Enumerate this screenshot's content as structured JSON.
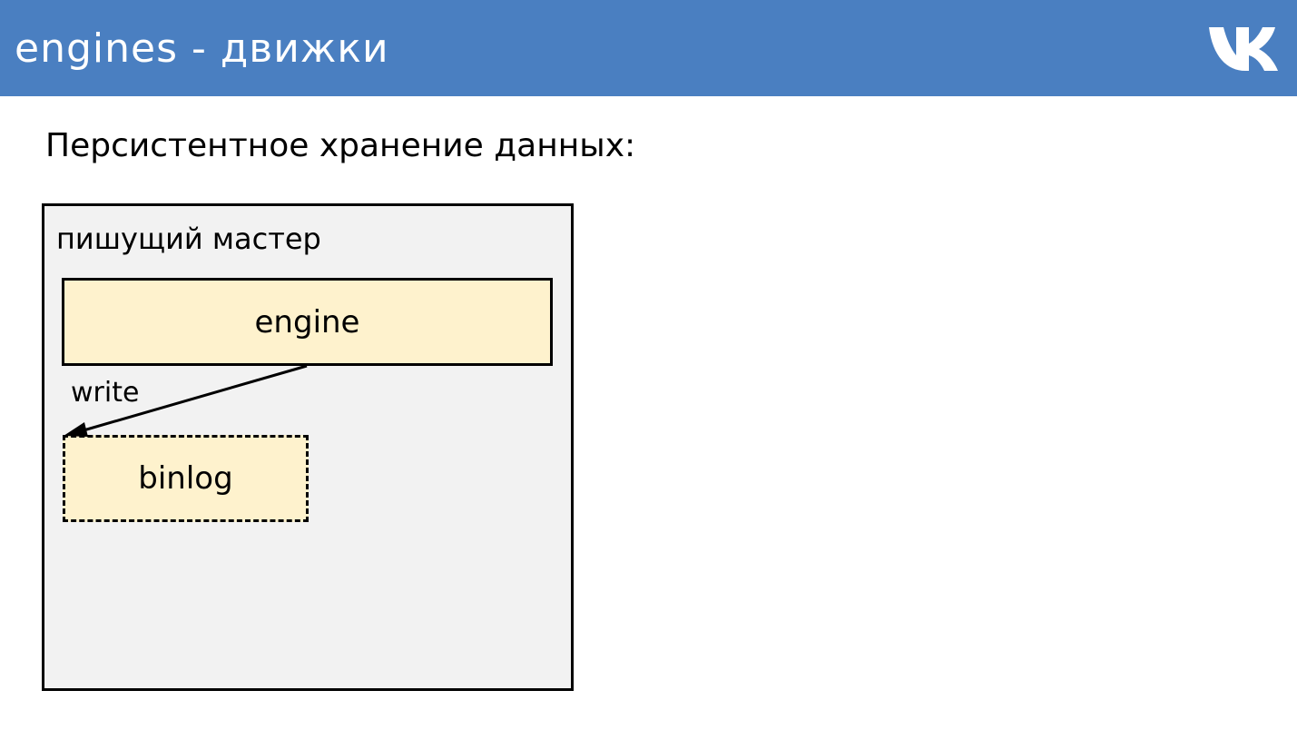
{
  "header": {
    "title": "engines - движки",
    "logo": "vk-logo-icon",
    "background_color": "#4a7fc1"
  },
  "slide": {
    "subtitle": "Персистентное хранение данных:"
  },
  "diagram": {
    "master_label": "пишущий мастер",
    "engine_label": "engine",
    "binlog_label": "binlog",
    "edge_label": "write",
    "box_fill_color": "#fef2cd",
    "container_fill_color": "#f2f2f2"
  }
}
